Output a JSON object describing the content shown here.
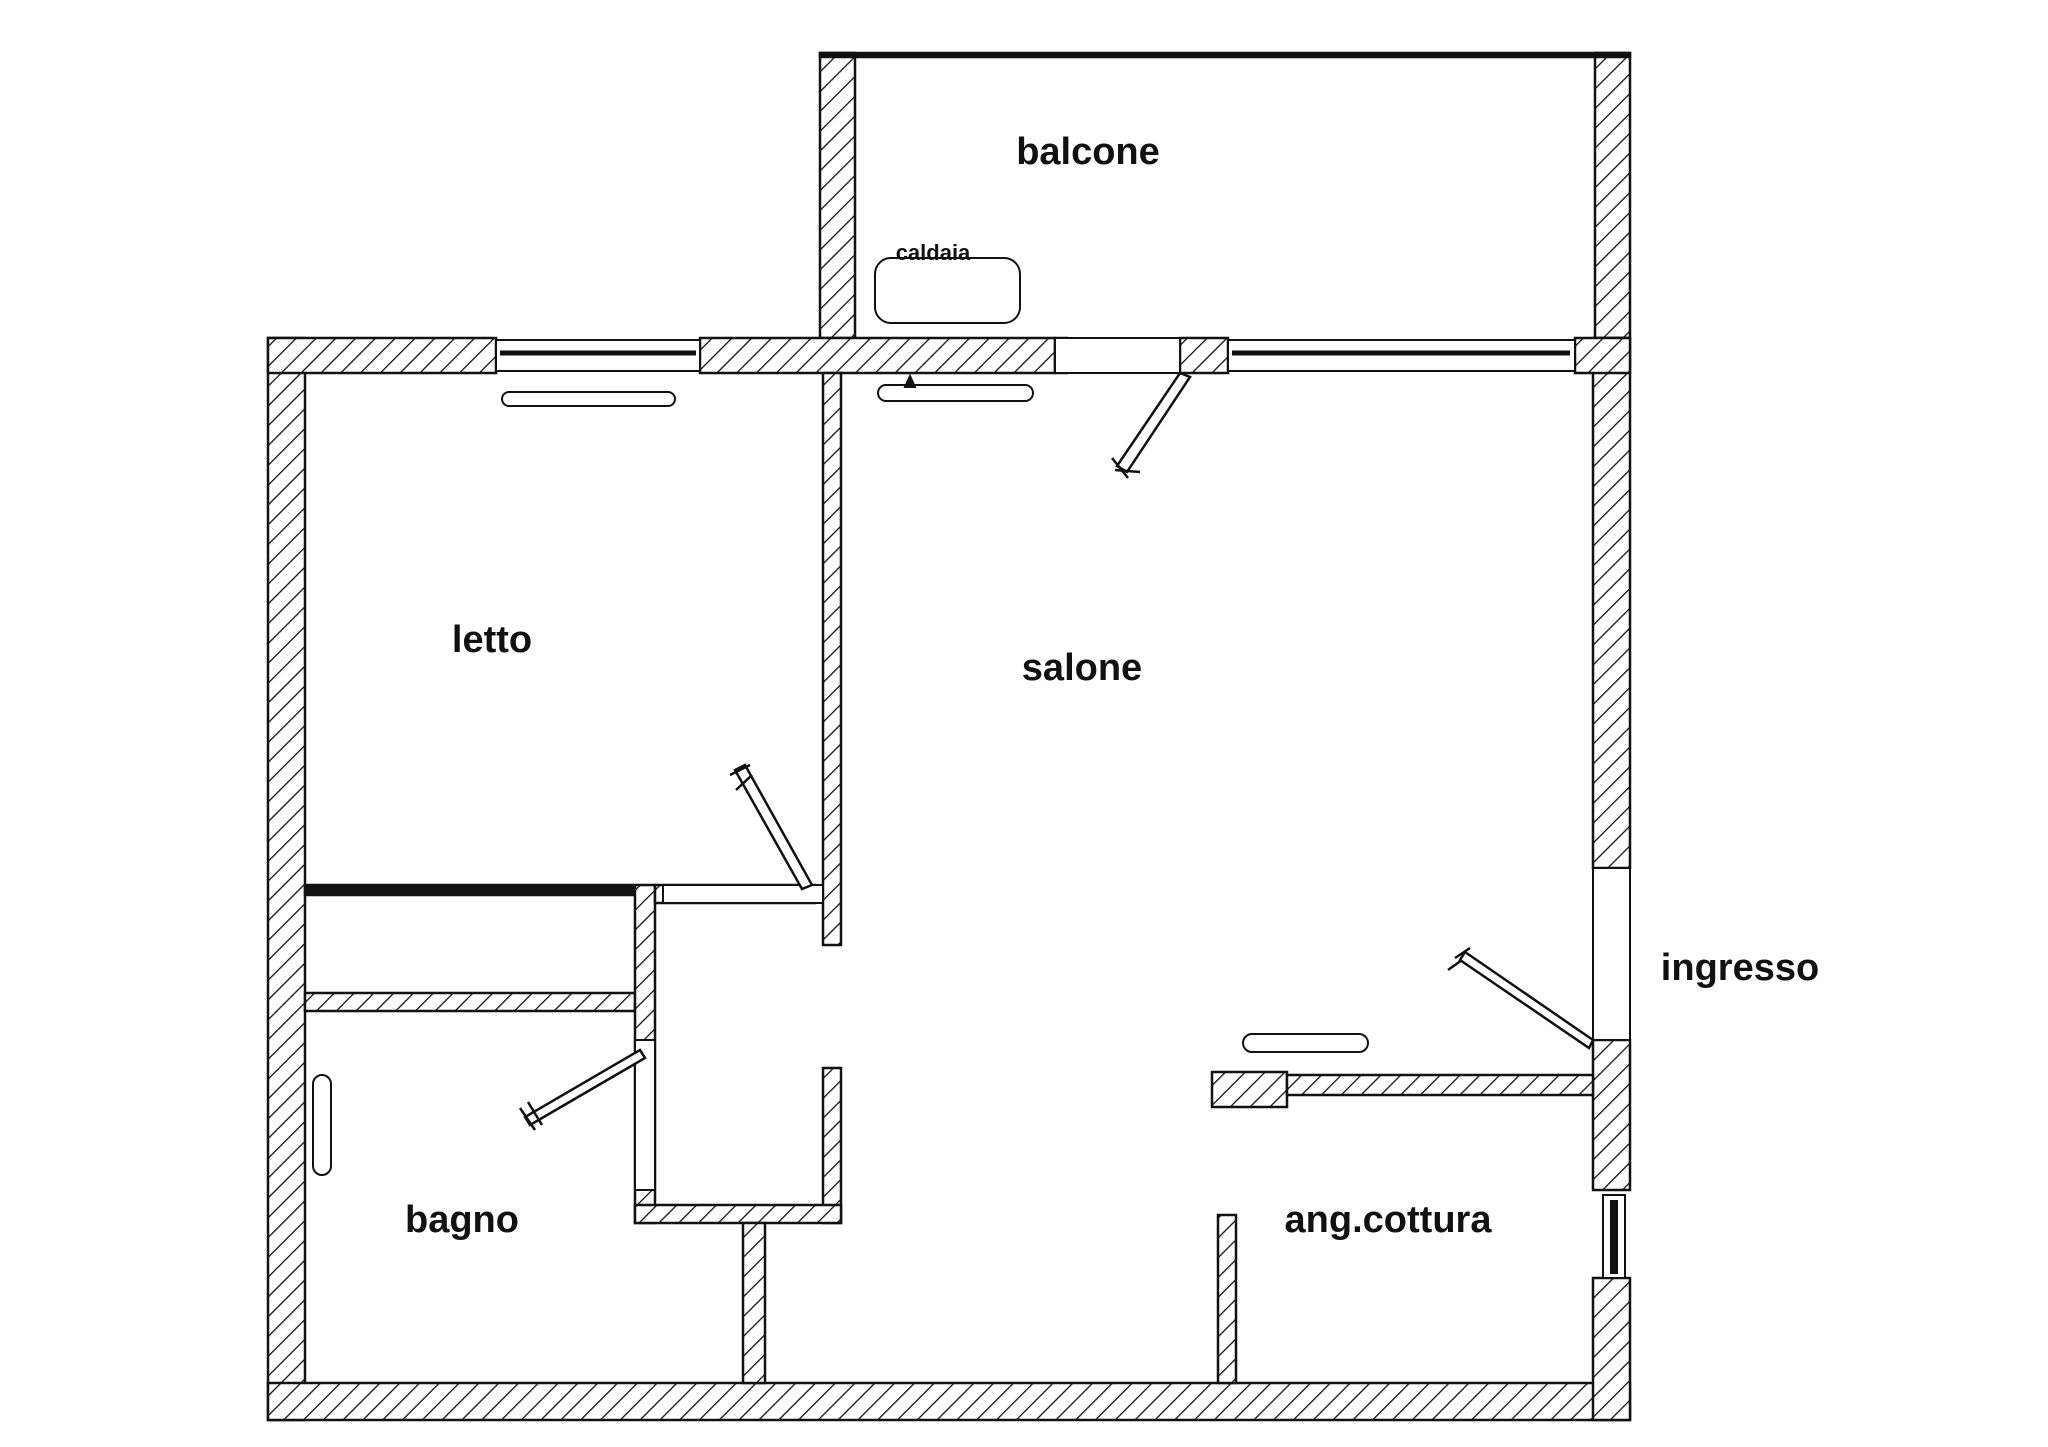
{
  "plan": {
    "rooms": {
      "balcone": "balcone",
      "letto": "letto",
      "salone": "salone",
      "bagno": "bagno",
      "ang_cottura": "ang.cottura"
    },
    "labels": {
      "caldaia": "caldaia",
      "ingresso": "ingresso"
    },
    "colors": {
      "ink": "#111111",
      "paper": "#ffffff"
    }
  }
}
